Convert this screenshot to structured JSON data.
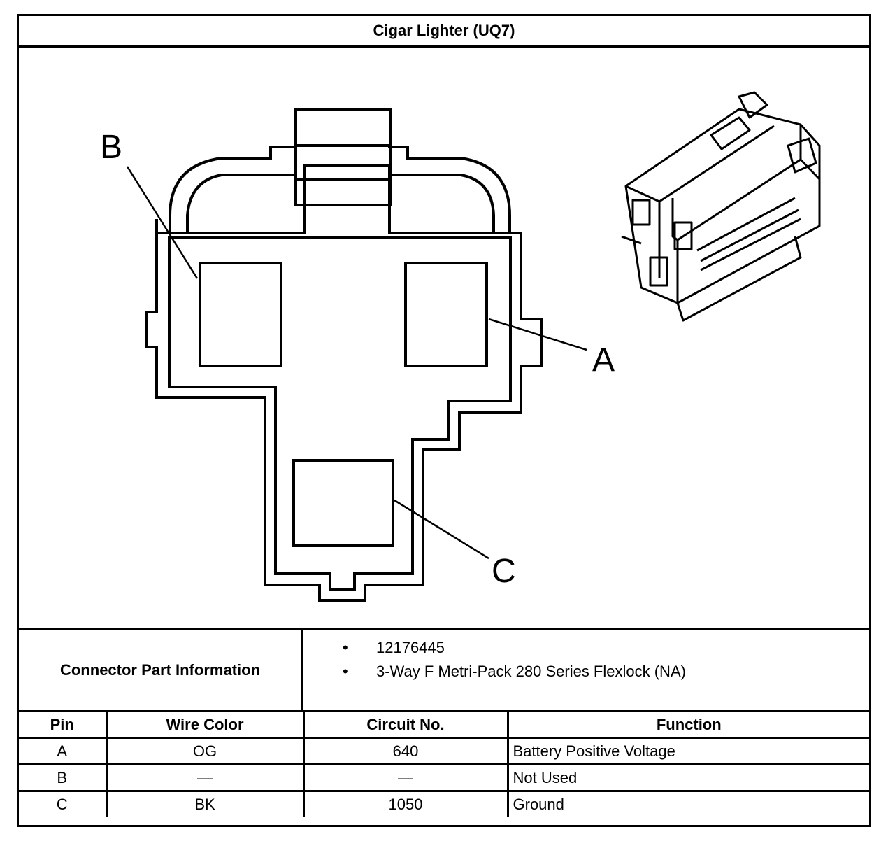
{
  "title": "Cigar Lighter (UQ7)",
  "diagram": {
    "callouts": [
      "A",
      "B",
      "C"
    ]
  },
  "connector_info": {
    "label": "Connector Part Information",
    "items": [
      "12176445",
      "3-Way F Metri-Pack 280 Series Flexlock (NA)"
    ]
  },
  "pin_table": {
    "headers": [
      "Pin",
      "Wire Color",
      "Circuit No.",
      "Function"
    ],
    "rows": [
      {
        "pin": "A",
        "wire_color": "OG",
        "circuit": "640",
        "function": "Battery Positive Voltage"
      },
      {
        "pin": "B",
        "wire_color": "—",
        "circuit": "—",
        "function": "Not Used"
      },
      {
        "pin": "C",
        "wire_color": "BK",
        "circuit": "1050",
        "function": "Ground"
      }
    ]
  }
}
